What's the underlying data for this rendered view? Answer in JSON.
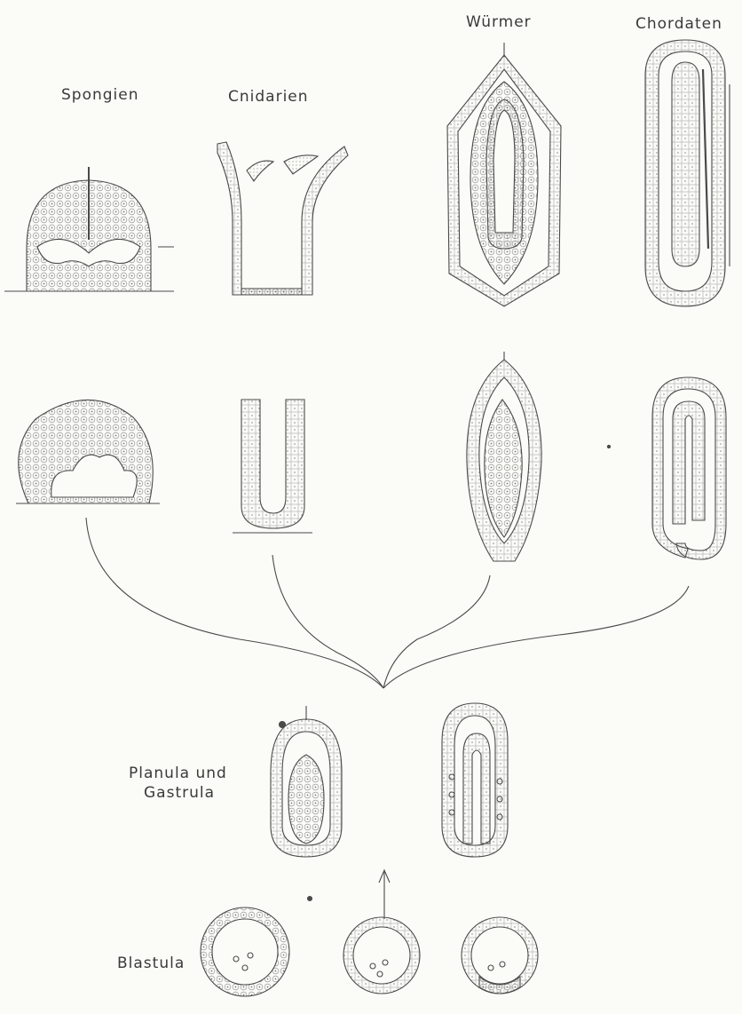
{
  "labels": {
    "spongien": "Spongien",
    "cnidarien": "Cnidarien",
    "wuermer": "Würmer",
    "chordaten": "Chordaten",
    "planula_line1": "Planula und",
    "planula_line2": "Gastrula",
    "blastula": "Blastula"
  },
  "colors": {
    "background": "#fbfbf7",
    "ink": "#4a4a4a",
    "stipple": "#bdbdb3"
  }
}
